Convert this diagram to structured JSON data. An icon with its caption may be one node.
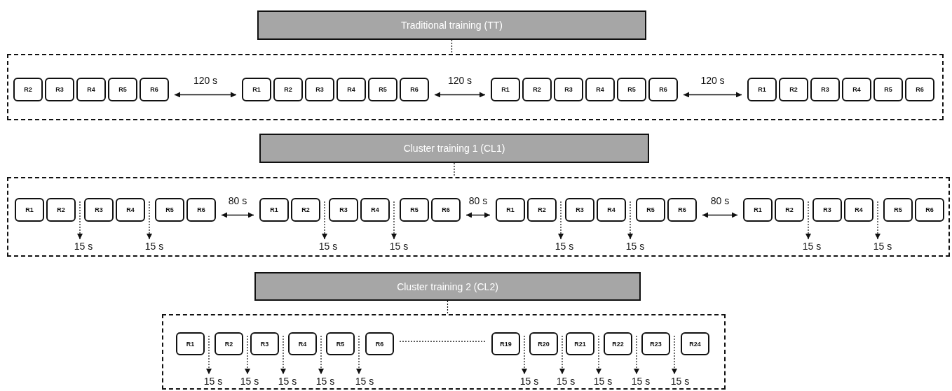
{
  "diagram": {
    "nodes": [
      {
        "text": [
          "Traditional training (TT)"
        ]
      },
      {
        "text": [],
        "shape": "box"
      },
      {
        "text": [
          "R2"
        ],
        "in": 1
      },
      {
        "text": [
          "R3"
        ],
        "in": 1
      },
      {
        "text": [
          "R4"
        ],
        "in": 1
      },
      {
        "text": [
          "R5"
        ],
        "in": 1
      },
      {
        "text": [
          "R6"
        ],
        "in": 1
      },
      {
        "text": [
          "R1"
        ],
        "in": 1
      },
      {
        "text": [
          "R2"
        ],
        "in": 1
      },
      {
        "text": [
          "R3"
        ],
        "in": 1
      },
      {
        "text": [
          "R4"
        ],
        "in": 1
      },
      {
        "text": [
          "R5"
        ],
        "in": 1
      },
      {
        "text": [
          "R6"
        ],
        "in": 1
      },
      {
        "text": [
          "R1"
        ],
        "in": 1
      },
      {
        "text": [
          "R2"
        ],
        "in": 1
      },
      {
        "text": [
          "R3"
        ],
        "in": 1
      },
      {
        "text": [
          "R4"
        ],
        "in": 1
      },
      {
        "text": [
          "R5"
        ],
        "in": 1
      },
      {
        "text": [
          "R6"
        ],
        "in": 1
      },
      {
        "text": [
          "R1"
        ],
        "in": 1
      },
      {
        "text": [
          "R2"
        ],
        "in": 1
      },
      {
        "text": [
          "R3"
        ],
        "in": 1
      },
      {
        "text": [
          "R4"
        ],
        "in": 1
      },
      {
        "text": [
          "R5"
        ],
        "in": 1
      },
      {
        "text": [
          "R6"
        ],
        "in": 1
      },
      {
        "text": [
          "Cluster training 1 (CL1)"
        ]
      },
      {
        "text": [],
        "shape": "box"
      },
      {
        "text": [
          "R1"
        ],
        "in": 26
      },
      {
        "text": [
          "R2"
        ],
        "in": 26
      },
      {
        "text": [
          "R3"
        ],
        "in": 26
      },
      {
        "text": [
          "R4"
        ],
        "in": 26
      },
      {
        "text": [
          "R5"
        ],
        "in": 26
      },
      {
        "text": [
          "R6"
        ],
        "in": 26
      },
      {
        "text": [
          "R1"
        ],
        "in": 26
      },
      {
        "text": [
          "R2"
        ],
        "in": 26
      },
      {
        "text": [
          "R3"
        ],
        "in": 26
      },
      {
        "text": [
          "R4"
        ],
        "in": 26
      },
      {
        "text": [
          "R5"
        ],
        "in": 26
      },
      {
        "text": [
          "R6"
        ],
        "in": 26
      },
      {
        "text": [
          "R1"
        ],
        "in": 26
      },
      {
        "text": [
          "R2"
        ],
        "in": 26
      },
      {
        "text": [
          "R3"
        ],
        "in": 26
      },
      {
        "text": [
          "R4"
        ],
        "in": 26
      },
      {
        "text": [
          "R5"
        ],
        "in": 26
      },
      {
        "text": [
          "R6"
        ],
        "in": 26
      },
      {
        "text": [
          "R1"
        ],
        "in": 26
      },
      {
        "text": [
          "R2"
        ],
        "in": 26
      },
      {
        "text": [
          "R3"
        ],
        "in": 26
      },
      {
        "text": [
          "R4"
        ],
        "in": 26
      },
      {
        "text": [
          "R5"
        ],
        "in": 26
      },
      {
        "text": [
          "R6"
        ],
        "in": 26
      },
      {
        "text": [
          "15 s"
        ],
        "in": 26
      },
      {
        "text": [
          "15 s"
        ],
        "in": 26
      },
      {
        "text": [
          "15 s"
        ],
        "in": 26
      },
      {
        "text": [
          "15 s"
        ],
        "in": 26
      },
      {
        "text": [
          "15 s"
        ],
        "in": 26
      },
      {
        "text": [
          "15 s"
        ],
        "in": 26
      },
      {
        "text": [
          "15 s"
        ],
        "in": 26
      },
      {
        "text": [
          "15 s"
        ],
        "in": 26
      },
      {
        "text": [
          "Cluster training 2 (CL2)"
        ]
      },
      {
        "text": [],
        "shape": "box"
      },
      {
        "text": [
          "R1"
        ],
        "in": 60
      },
      {
        "text": [
          "R2"
        ],
        "in": 60
      },
      {
        "text": [
          "R3"
        ],
        "in": 60
      },
      {
        "text": [
          "R4"
        ],
        "in": 60
      },
      {
        "text": [
          "R5"
        ],
        "in": 60
      },
      {
        "text": [
          "R6"
        ],
        "in": 60
      },
      {
        "text": [
          "R19"
        ],
        "in": 60
      },
      {
        "text": [
          "R20"
        ],
        "in": 60
      },
      {
        "text": [
          "R21"
        ],
        "in": 60
      },
      {
        "text": [
          "R22"
        ],
        "in": 60
      },
      {
        "text": [
          "R23"
        ],
        "in": 60
      },
      {
        "text": [
          "R24"
        ],
        "in": 60
      },
      {
        "text": [
          "15 s"
        ],
        "in": 60
      },
      {
        "text": [
          "15 s"
        ],
        "in": 60
      },
      {
        "text": [
          "15 s"
        ],
        "in": 60
      },
      {
        "text": [
          "15 s"
        ],
        "in": 60
      },
      {
        "text": [
          "15 s"
        ],
        "in": 60
      },
      {
        "text": [
          "15 s"
        ],
        "in": 60
      },
      {
        "text": [
          "15 s"
        ],
        "in": 60
      },
      {
        "text": [
          "15 s"
        ],
        "in": 60
      },
      {
        "text": [
          "15 s"
        ],
        "in": 60
      },
      {
        "text": [
          "15 s"
        ],
        "in": 60
      }
    ],
    "edges": [
      {
        "from": 0,
        "to": 1,
        "arrow": "none",
        "style": "dashed"
      },
      {
        "from": 6,
        "to": 7,
        "arrow": "both",
        "label": "120 s"
      },
      {
        "from": 12,
        "to": 13,
        "arrow": "both",
        "label": "120 s"
      },
      {
        "from": 18,
        "to": 19,
        "arrow": "both",
        "label": "120 s"
      },
      {
        "from": 25,
        "to": 26,
        "arrow": "none",
        "style": "dashed"
      },
      {
        "from": 32,
        "to": 33,
        "arrow": "both",
        "label": "80 s"
      },
      {
        "from": 38,
        "to": 39,
        "arrow": "both",
        "label": "80 s"
      },
      {
        "from": 44,
        "to": 45,
        "arrow": "both",
        "label": "80 s"
      },
      {
        "from": 28,
        "to": 51,
        "arrow": "to",
        "style": "dashed"
      },
      {
        "from": 30,
        "to": 52,
        "arrow": "to",
        "style": "dashed"
      },
      {
        "from": 34,
        "to": 53,
        "arrow": "to",
        "style": "dashed"
      },
      {
        "from": 36,
        "to": 54,
        "arrow": "to",
        "style": "dashed"
      },
      {
        "from": 40,
        "to": 55,
        "arrow": "to",
        "style": "dashed"
      },
      {
        "from": 42,
        "to": 56,
        "arrow": "to",
        "style": "dashed"
      },
      {
        "from": 46,
        "to": 57,
        "arrow": "to",
        "style": "dashed"
      },
      {
        "from": 48,
        "to": 58,
        "arrow": "to",
        "style": "dashed"
      },
      {
        "from": 59,
        "to": 60,
        "arrow": "none",
        "style": "dashed"
      },
      {
        "from": 66,
        "to": 67,
        "arrow": "none",
        "style": "dashed"
      },
      {
        "from": 61,
        "to": 73,
        "arrow": "to",
        "style": "dashed"
      },
      {
        "from": 62,
        "to": 74,
        "arrow": "to",
        "style": "dashed"
      },
      {
        "from": 63,
        "to": 75,
        "arrow": "to",
        "style": "dashed"
      },
      {
        "from": 64,
        "to": 76,
        "arrow": "to",
        "style": "dashed"
      },
      {
        "from": 65,
        "to": 77,
        "arrow": "to",
        "style": "dashed"
      },
      {
        "from": 67,
        "to": 78,
        "arrow": "to",
        "style": "dashed"
      },
      {
        "from": 68,
        "to": 79,
        "arrow": "to",
        "style": "dashed"
      },
      {
        "from": 69,
        "to": 80,
        "arrow": "to",
        "style": "dashed"
      },
      {
        "from": 70,
        "to": 81,
        "arrow": "to",
        "style": "dashed"
      },
      {
        "from": 71,
        "to": 82,
        "arrow": "to",
        "style": "dashed"
      }
    ]
  }
}
